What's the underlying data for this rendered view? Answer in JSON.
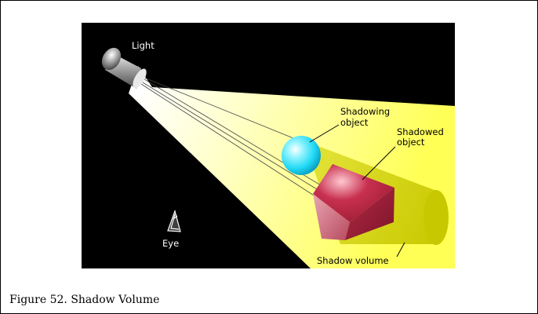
{
  "figure": {
    "caption": "Figure 52. Shadow Volume",
    "labels": {
      "light": "Light",
      "shadowing_line1": "Shadowing",
      "shadowing_line2": "object",
      "shadowed_line1": "Shadowed",
      "shadowed_line2": "object",
      "eye": "Eye",
      "shadow_volume": "Shadow volume"
    }
  },
  "colors": {
    "background": "#000000",
    "light_beam": "#ffff80",
    "shadow_volume": "#cccc00",
    "sphere": "#22e5ff",
    "cube": "#b8324a",
    "label_text": "#ffffff",
    "label_dark": "#000000"
  },
  "icons": [
    "spotlight-icon",
    "sphere-shape",
    "cube-shape",
    "eye-icon"
  ]
}
